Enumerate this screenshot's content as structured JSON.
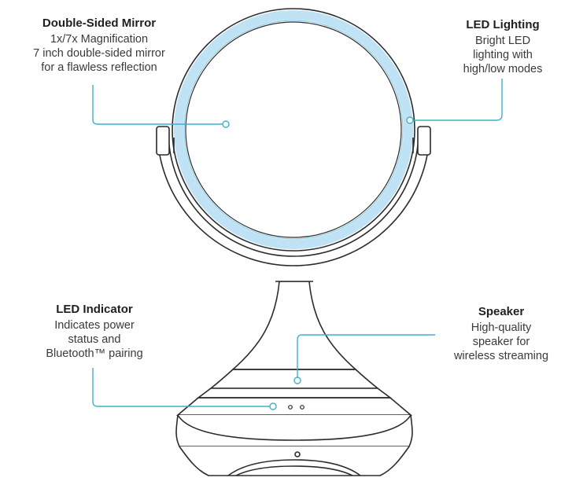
{
  "callouts": {
    "mirror": {
      "title": "Double-Sided Mirror",
      "lines": [
        "1x/7x Magnification",
        "7 inch double-sided mirror",
        "for a flawless reflection"
      ]
    },
    "led_lighting": {
      "title": "LED Lighting",
      "lines": [
        "Bright LED",
        "lighting with",
        "high/low modes"
      ]
    },
    "led_indicator": {
      "title": "LED Indicator",
      "lines": [
        "Indicates power",
        "status and",
        "Bluetooth™ pairing"
      ]
    },
    "speaker": {
      "title": "Speaker",
      "lines": [
        "High-quality",
        "speaker for",
        "wireless streaming"
      ]
    }
  },
  "colors": {
    "accent": "#3fb0c9",
    "ring_glow": "#bfe3f5",
    "outline": "#2b2b2b"
  }
}
